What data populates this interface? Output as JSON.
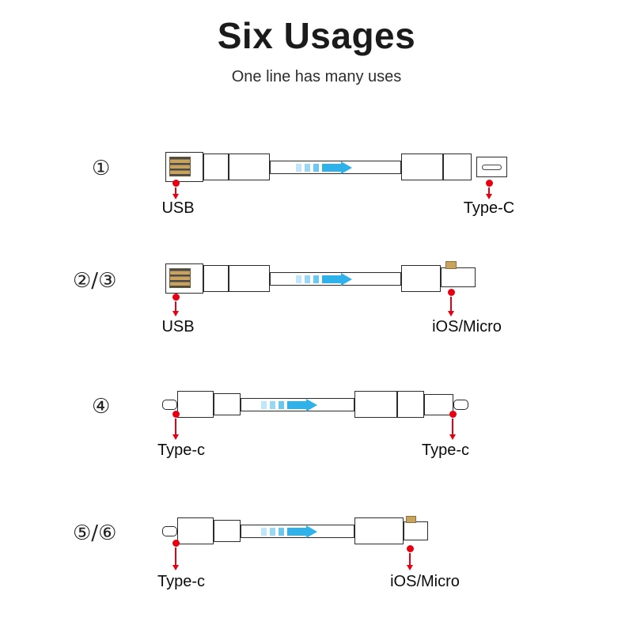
{
  "header": {
    "title": "Six Usages",
    "subtitle": "One line has many uses"
  },
  "rows": [
    {
      "number": "①",
      "left_type": "usb",
      "left_label": "USB",
      "right_type": "type-c",
      "right_label": "Type-C"
    },
    {
      "number": "②/③",
      "left_type": "usb",
      "left_label": "USB",
      "right_type": "ios-micro",
      "right_label": "iOS/Micro"
    },
    {
      "number": "④",
      "left_type": "type-c",
      "left_label": "Type-c",
      "right_type": "type-c",
      "right_label": "Type-c"
    },
    {
      "number": "⑤/⑥",
      "left_type": "type-c",
      "left_label": "Type-c",
      "right_type": "ios-micro",
      "right_label": "iOS/Micro"
    }
  ],
  "colors": {
    "arrow_blue": "#2fb1ea",
    "marker_red": "#e60012",
    "pin_gold": "#c9a25e",
    "line_dark": "#2b2b2b"
  }
}
